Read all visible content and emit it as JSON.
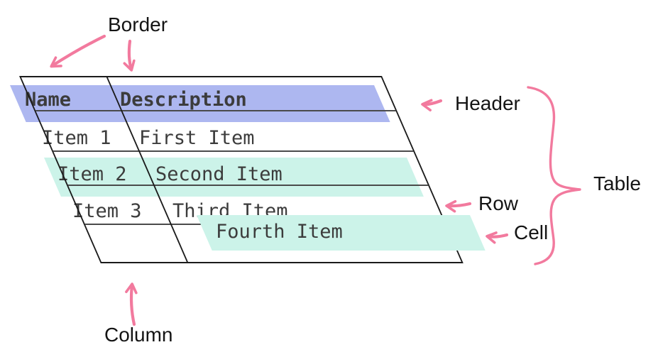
{
  "colors": {
    "header_highlight": "#adb7f0",
    "row_highlight": "#ccf3e9",
    "cell_highlight": "#ccf3e9",
    "arrow_pink": "#f27a9e",
    "table_border": "#1b1b1b",
    "row_line": "#4b4b4b",
    "cell_text": "#3c3c3c",
    "label_text": "#141414"
  },
  "table": {
    "headers": [
      "Name",
      "Description"
    ],
    "rows": [
      {
        "name": "Item 1",
        "description": "First Item"
      },
      {
        "name": "Item 2",
        "description": "Second Item"
      },
      {
        "name": "Item 3",
        "description": "Third Item"
      },
      {
        "name": "",
        "description": "Fourth Item"
      }
    ]
  },
  "labels": {
    "border": "Border",
    "header": "Header",
    "table": "Table",
    "row": "Row",
    "cell": "Cell",
    "column": "Column"
  }
}
